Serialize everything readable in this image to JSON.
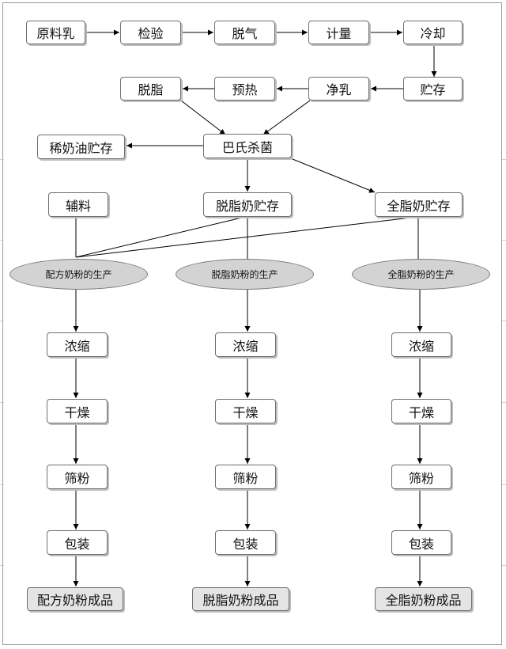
{
  "nodes": {
    "raw_milk": "原料乳",
    "inspection": "检验",
    "degassing": "脱气",
    "metering": "计量",
    "cooling": "冷却",
    "storage": "贮存",
    "clarification": "净乳",
    "preheating": "预热",
    "skimming": "脱脂",
    "pasteurization": "巴氏杀菌",
    "cream_storage": "稀奶油贮存",
    "ingredients": "辅料",
    "skim_milk_storage": "脱脂奶贮存",
    "whole_milk_storage": "全脂奶贮存"
  },
  "production": {
    "formula": "配方奶粉的生产",
    "skim": "脱脂奶粉的生产",
    "whole": "全脂奶粉的生产"
  },
  "steps": {
    "concentration": "浓缩",
    "drying": "干燥",
    "sieving": "筛粉",
    "packaging": "包装"
  },
  "products": {
    "formula": "配方奶粉成品",
    "skim": "脱脂奶粉成品",
    "whole": "全脂奶粉成品"
  }
}
